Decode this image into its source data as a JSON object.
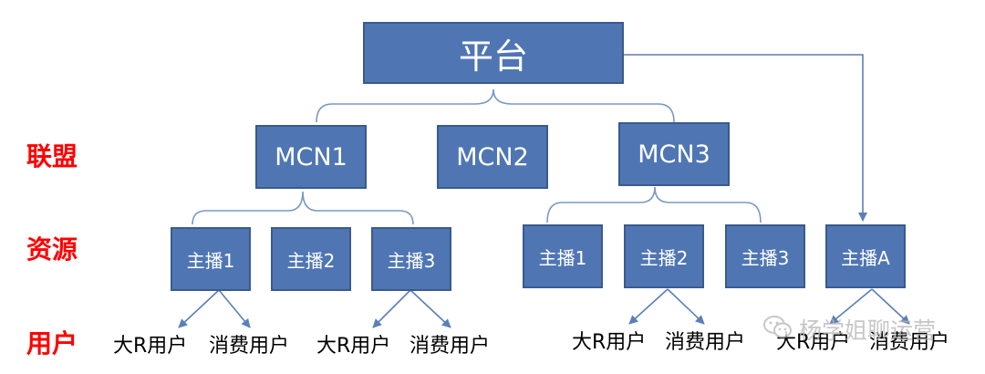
{
  "platform": {
    "label": "平台"
  },
  "tiers": {
    "alliance": "联盟",
    "resources": "资源",
    "users": "用户"
  },
  "mcns": [
    {
      "label": "MCN1"
    },
    {
      "label": "MCN2"
    },
    {
      "label": "MCN3"
    }
  ],
  "anchors": [
    {
      "label": "主播1"
    },
    {
      "label": "主播2"
    },
    {
      "label": "主播3"
    },
    {
      "label": "主播1"
    },
    {
      "label": "主播2"
    },
    {
      "label": "主播3"
    },
    {
      "label": "主播A"
    }
  ],
  "users": [
    {
      "label": "大R用户"
    },
    {
      "label": "消费用户"
    },
    {
      "label": "大R用户"
    },
    {
      "label": "消费用户"
    },
    {
      "label": "大R用户"
    },
    {
      "label": "消费用户"
    },
    {
      "label": "大R用户"
    },
    {
      "label": "消费用户"
    }
  ],
  "watermark": {
    "text": "杨学姐聊运营",
    "icon": "wechat-icon"
  },
  "colors": {
    "box_fill": "#4f76b3",
    "box_border": "#3a5a8c",
    "connector": "#5b7fb8",
    "tier_label": "#ff0000"
  }
}
